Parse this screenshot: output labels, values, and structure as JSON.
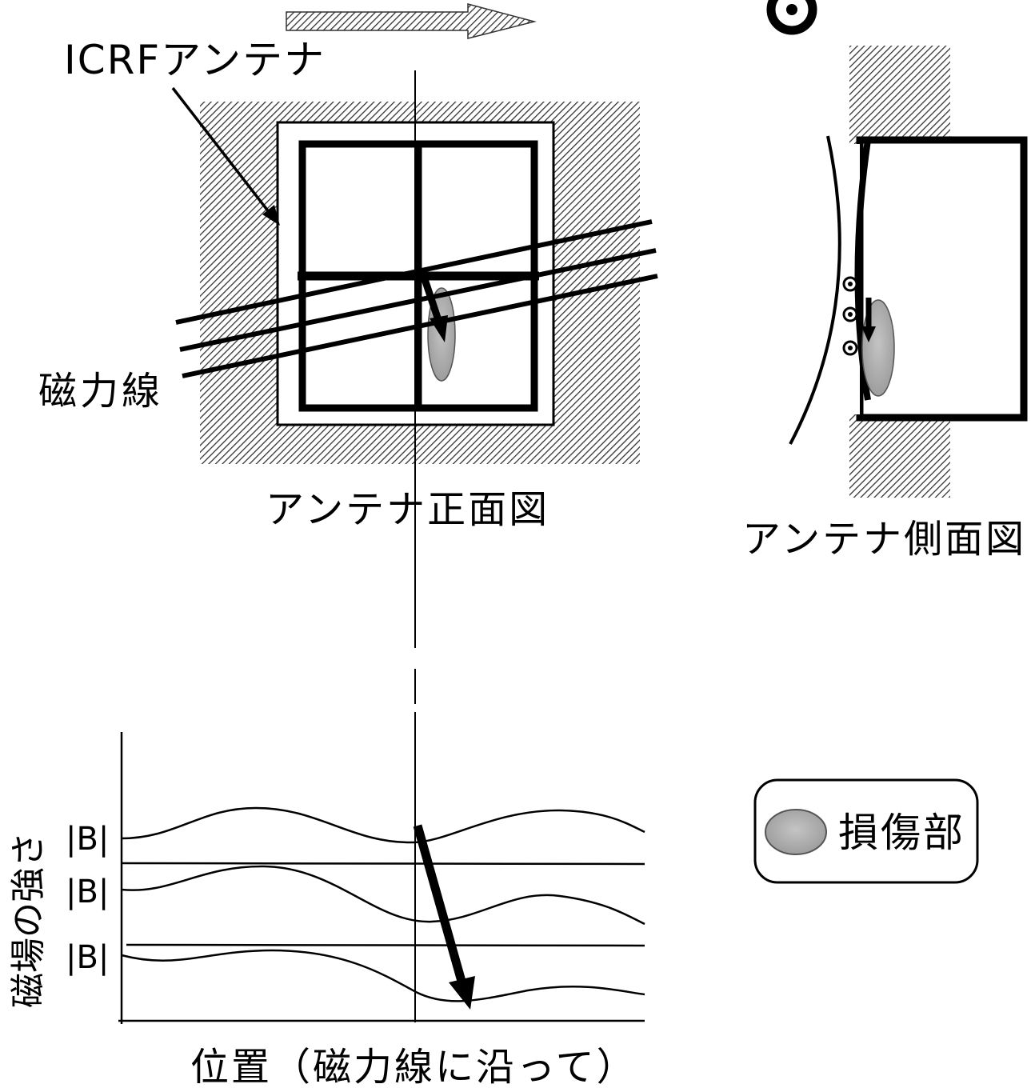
{
  "labels": {
    "antenna": "ICRFアンテナ",
    "field_line": "磁力線",
    "front_view": "アンテナ正面図",
    "side_view": "アンテナ側面図",
    "x_axis": "位置（磁力線に沿って）",
    "y_axis": "磁場の強さ",
    "b_marker": "|B|",
    "legend_damage": "損傷部"
  },
  "colors": {
    "ink": "#000000",
    "damage_fill": "#a8a8a8",
    "hatch": "#333333"
  }
}
